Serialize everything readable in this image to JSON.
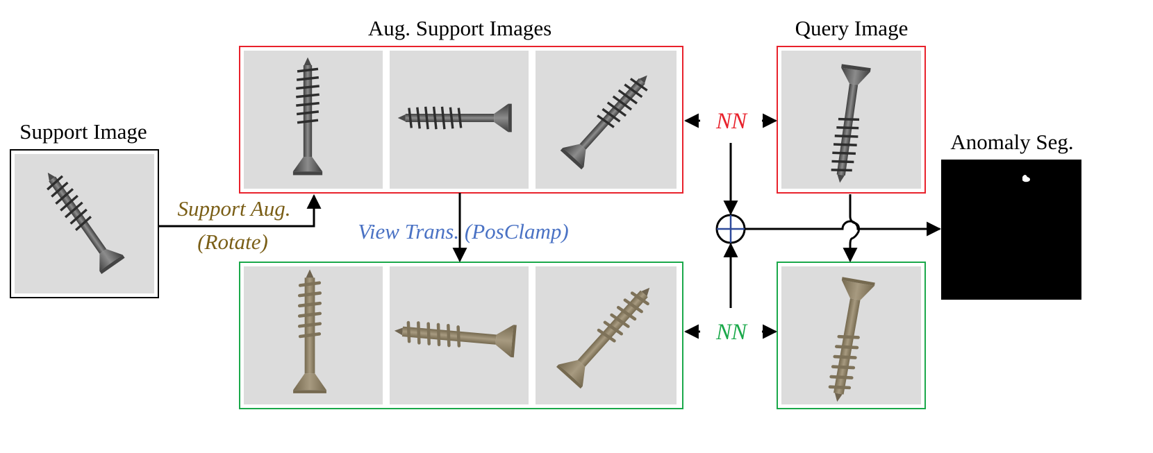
{
  "labels": {
    "support_image": "Support Image",
    "aug_support_images": "Aug. Support Images",
    "query_image": "Query Image",
    "anomaly_seg": "Anomaly Seg.",
    "support_aug_line1": "Support Aug.",
    "support_aug_line2": "(Rotate)",
    "view_trans_a": "View Trans. (",
    "view_trans_b": "PosClamp",
    "view_trans_c": ")",
    "nn_top": "NN",
    "nn_bottom": "NN"
  },
  "colors": {
    "red_frame": "#e8212b",
    "green_frame": "#1aa84a",
    "support_aug_text": "#7a5e16",
    "view_trans_text": "#4a72c4",
    "nn_top": "#e8212b",
    "nn_bottom": "#1aa84a",
    "photo_bg": "#dcdcdc",
    "screw_metal": "#6e6e6e",
    "screw_tan": "#8a7d68"
  },
  "icons": {
    "sum": "circle-plus-icon",
    "screw": "screw-icon"
  }
}
